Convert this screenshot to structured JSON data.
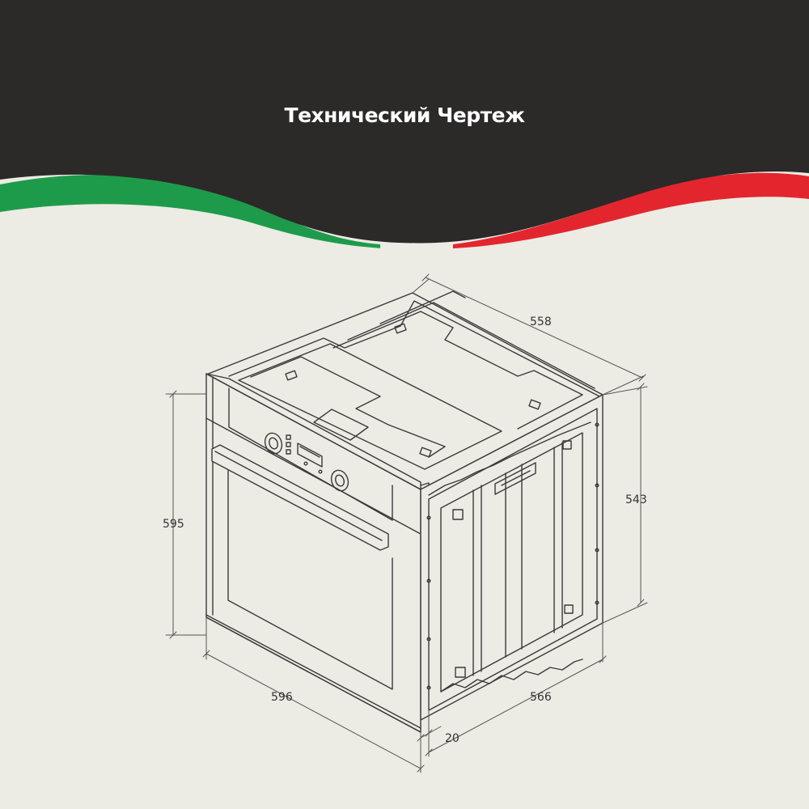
{
  "title": "Технический Чертеж",
  "colors": {
    "banner": "#2b2a29",
    "green": "#1e9b4a",
    "red": "#e3262d",
    "background": "#ecebe4",
    "line": "#3a3a3a"
  },
  "dimensions": {
    "width": "596",
    "height": "595",
    "depth": "558",
    "body_height": "543",
    "body_depth": "566",
    "front_thickness": "20"
  },
  "icons": [
    "oven-icon"
  ]
}
